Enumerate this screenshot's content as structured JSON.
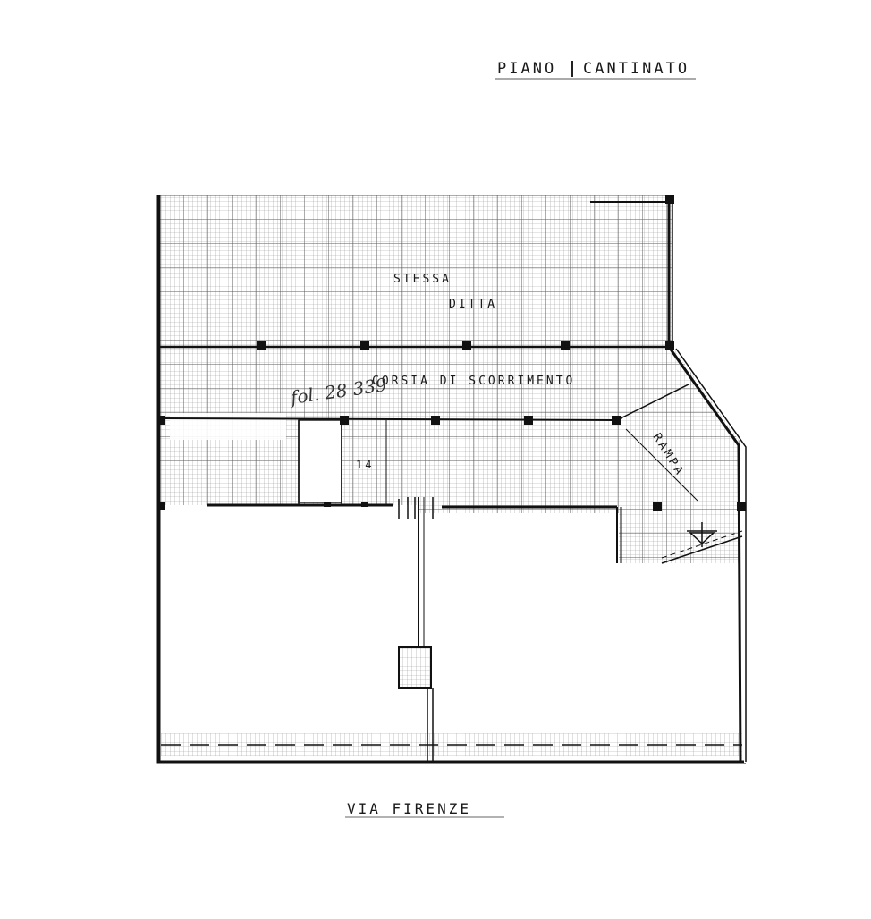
{
  "drawing": {
    "title_left": "PIANO",
    "title_right": "CANTINATO",
    "street": "VIA  FIRENZE",
    "zone_top_line1": "STESSA",
    "zone_top_line2": "DITTA",
    "corridor": "CORSIA  DI  SCORRIMENTO",
    "ramp": "RAMPA",
    "unit_number": "14",
    "handwritten_note": "fol. 28  339"
  }
}
